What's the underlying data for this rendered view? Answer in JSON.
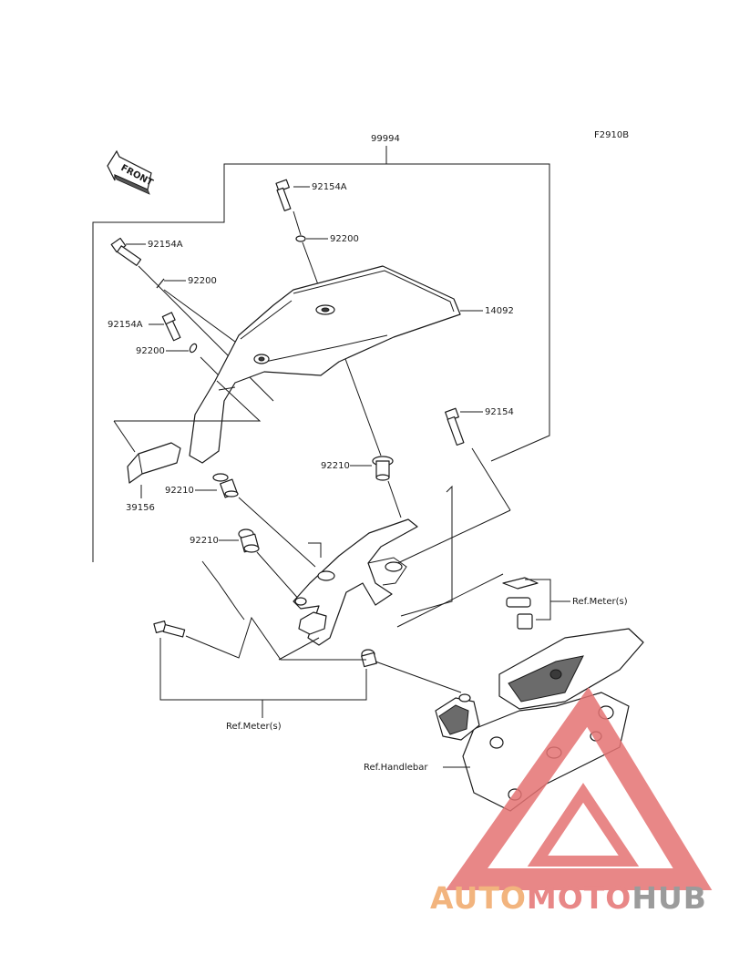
{
  "diagram_code": "F2910B",
  "front_marker": "FRONT",
  "labels": {
    "kit": "99994",
    "bolt_top": "92154A",
    "washer_top": "92200",
    "bolt_left_upper": "92154A",
    "washer_left_upper": "92200",
    "bolt_left_lower": "92154A",
    "washer_left_lower": "92200",
    "screen": "14092",
    "bolt_right": "92154",
    "collar_center": "92210",
    "collar_left_upper": "92210",
    "collar_left_lower": "92210",
    "cover": "39156",
    "ref_meter_right": "Ref.Meter(s)",
    "ref_meter_bottom": "Ref.Meter(s)",
    "ref_handlebar": "Ref.Handlebar"
  },
  "watermark": {
    "part1": "AUTO",
    "part2": "MOTO",
    "part3": "HUB",
    "color_primary": "#f0a868",
    "color_accent": "#e57373",
    "color_dark": "#8a8a8a"
  }
}
